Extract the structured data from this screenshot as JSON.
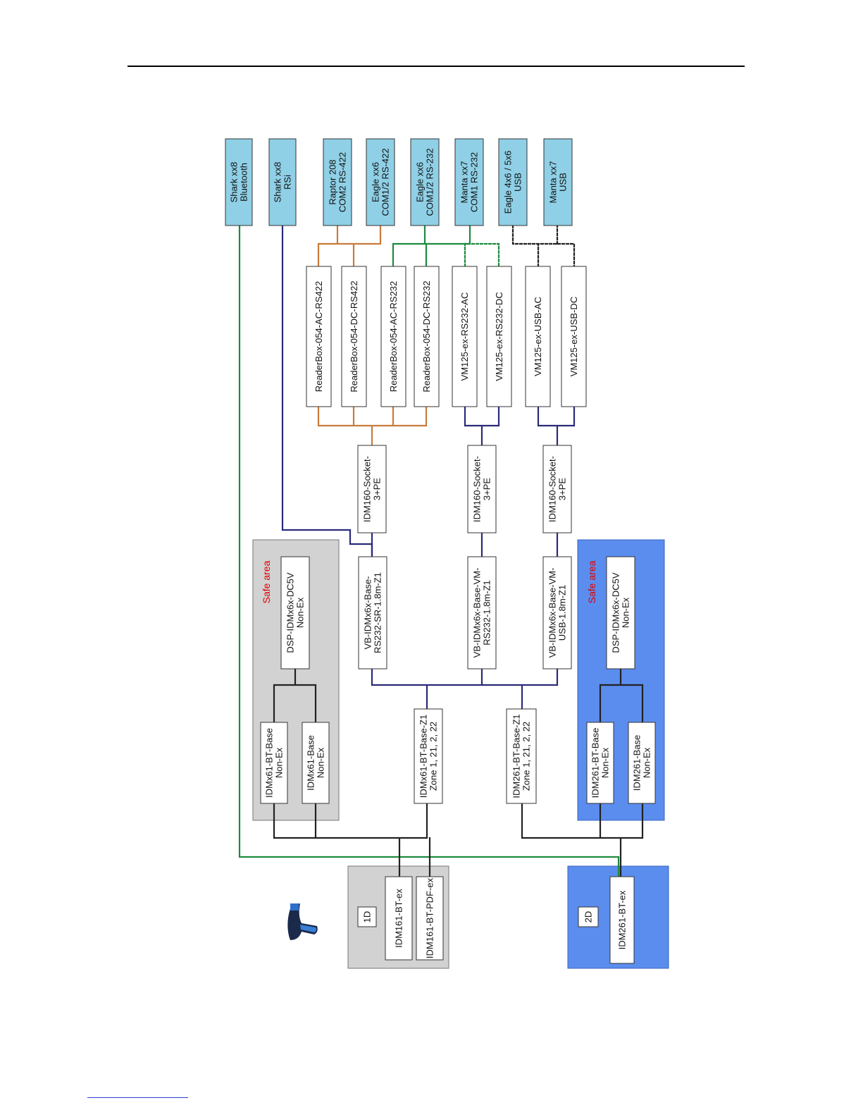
{
  "colors": {
    "brown": "#c97b3a",
    "green": "#1d8a3f",
    "navy": "#2a2a7a",
    "black": "#222222",
    "cyan_box": "#8fd0e6",
    "grey_area": "#d2d2d2",
    "blue_area": "#5b8dee",
    "safe_area_text": "#e00000"
  },
  "scanner_icon": "barcode-scanner-icon",
  "groups": {
    "one_d": "1D",
    "two_d": "2D",
    "safe_area_grey": "Safe area",
    "safe_area_blue": "Safe area"
  },
  "scanners": {
    "idm161_bt_ex": "IDM161-BT-ex",
    "idm161_bt_pdf_ex": "IDM161-BT-PDF-ex",
    "idm261_bt_ex": "IDM261-BT-ex"
  },
  "bases_grey": {
    "idmx61_bt_base": [
      "IDMx61-BT-Base",
      "Non-Ex"
    ],
    "idmx61_base": [
      "IDMx61-Base",
      "Non-Ex"
    ],
    "dsp": [
      "DSP-IDMx6x-DC5V",
      "Non-Ex"
    ]
  },
  "bases_blue": {
    "idm261_bt_base": [
      "IDM261-BT-Base",
      "Non-Ex"
    ],
    "idm261_base": [
      "IDM261-Base",
      "Non-Ex"
    ],
    "dsp": [
      "DSP-IDMx6x-DC5V",
      "Non-Ex"
    ]
  },
  "ex_bases": {
    "idmx61_bt_base_z1": [
      "IDMx61-BT-Base-Z1",
      "Zone 1, 21, 2, 22"
    ],
    "idm261_bt_base_z1": [
      "IDM261-BT-Base-Z1",
      "Zone 1, 21, 2, 22"
    ]
  },
  "cables": {
    "vb_rs232_sr": [
      "VB-IDMx6x-Base-",
      "RS232-SR-1.8m-Z1"
    ],
    "vb_vm_rs232": [
      "VB-IDMx6x-Base-VM-",
      "RS232-1.8m-Z1"
    ],
    "vb_vm_usb": [
      "VB-IDMx6x-Base-VM-",
      "USB-1.8m-Z1"
    ]
  },
  "sockets": {
    "socket_1": [
      "IDM160-Socket-",
      "3+PE"
    ],
    "socket_2": [
      "IDM160-Socket-",
      "3+PE"
    ],
    "socket_3": [
      "IDM160-Socket-",
      "3+PE"
    ]
  },
  "converters": {
    "rb_ac_rs422": "ReaderBox-054-AC-RS422",
    "rb_dc_rs422": "ReaderBox-054-DC-RS422",
    "rb_ac_rs232": "ReaderBox-054-AC-RS232",
    "rb_dc_rs232": "ReaderBox-054-DC-RS232",
    "vm_rs232_ac": "VM125-ex-RS232-AC",
    "vm_rs232_dc": "VM125-ex-RS232-DC",
    "vm_usb_ac": "VM125-ex-USB-AC",
    "vm_usb_dc": "VM125-ex-USB-DC"
  },
  "targets": {
    "shark_bt": [
      "Shark xx8",
      "Bluetooth"
    ],
    "shark_rsi": [
      "Shark xx8",
      "RSi"
    ],
    "raptor": [
      "Raptor 208",
      "COM2 RS-422"
    ],
    "eagle_422": [
      "Eagle xx6",
      "COM1/2 RS-422"
    ],
    "eagle_232": [
      "Eagle xx6",
      "COM1/2 RS-232"
    ],
    "manta_232": [
      "Manta xx7",
      "COM1 RS-232"
    ],
    "eagle_usb": [
      "Eagle 4x6 / 5x6",
      "USB"
    ],
    "manta_usb": [
      "Manta xx7",
      "USB"
    ]
  }
}
